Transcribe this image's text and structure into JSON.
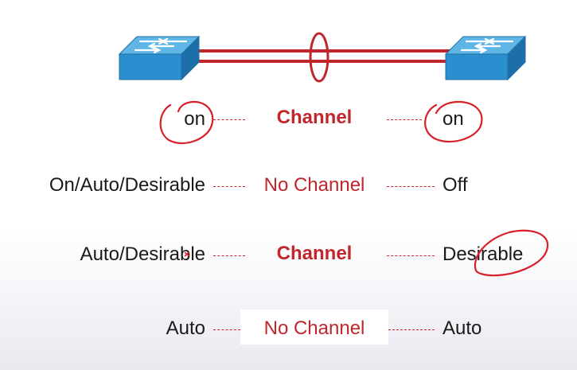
{
  "diagram": {
    "rows": [
      {
        "left": "on",
        "center": "Channel",
        "center_bold": true,
        "right": "on"
      },
      {
        "left": "On/Auto/Desirable",
        "center": "No Channel",
        "center_bold": false,
        "right": "Off"
      },
      {
        "left": "Auto/Desirable",
        "center": "Channel",
        "center_bold": true,
        "right": "Desirable"
      },
      {
        "left": "Auto",
        "center": "No Channel",
        "center_bold": false,
        "right": "Auto"
      }
    ]
  },
  "colors": {
    "accent_red": "#c0262c",
    "switch_blue": "#2b8fcf",
    "annotation_red": "#d8202a",
    "text": "#1a1a1a"
  },
  "icons": [
    "switch-icon",
    "etherchannel-bundle-icon"
  ]
}
